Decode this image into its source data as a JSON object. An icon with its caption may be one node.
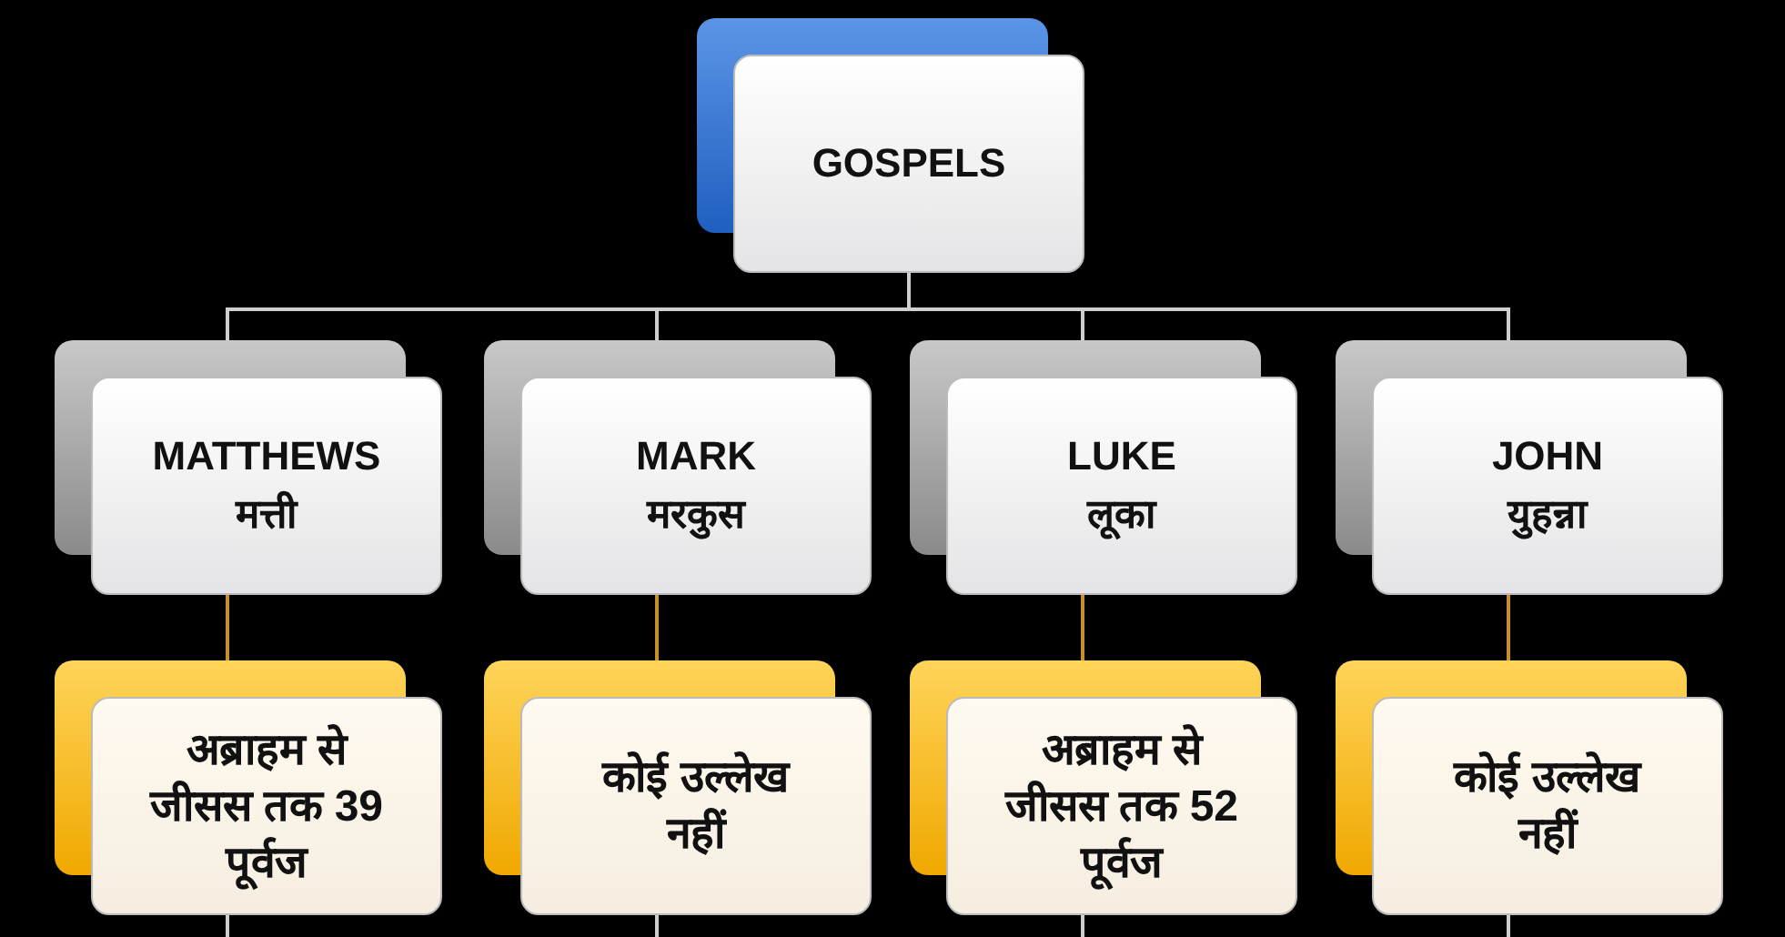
{
  "diagram": {
    "nodes": [
      {
        "text": [
          "GOSPELS"
        ]
      },
      {
        "text": [
          "MATTHEWS",
          "मत्ती"
        ]
      },
      {
        "text": [
          "MARK",
          "मरकुस"
        ]
      },
      {
        "text": [
          "LUKE",
          "लूका"
        ]
      },
      {
        "text": [
          "JOHN",
          "युहन्ना"
        ]
      },
      {
        "text": [
          "अब्राहम से जीसस तक 39 पूर्वज"
        ]
      },
      {
        "text": [
          "कोई उल्लेख नहीं"
        ]
      },
      {
        "text": [
          "अब्राहम से जीसस तक 52 पूर्वज"
        ]
      },
      {
        "text": [
          "कोई उल्लेख नहीं"
        ]
      }
    ],
    "edges": [
      {
        "from": 0,
        "to": 1,
        "arrow": "none"
      },
      {
        "from": 0,
        "to": 2,
        "arrow": "none"
      },
      {
        "from": 0,
        "to": 3,
        "arrow": "none"
      },
      {
        "from": 0,
        "to": 4,
        "arrow": "none"
      },
      {
        "from": 1,
        "to": 5,
        "arrow": "none",
        "color": "#c8902a"
      },
      {
        "from": 2,
        "to": 6,
        "arrow": "none",
        "color": "#c8902a"
      },
      {
        "from": 3,
        "to": 7,
        "arrow": "none",
        "color": "#c8902a"
      },
      {
        "from": 4,
        "to": 8,
        "arrow": "none",
        "color": "#c8902a"
      },
      {
        "from": 5,
        "to": null,
        "arrow": "none"
      },
      {
        "from": 6,
        "to": null,
        "arrow": "none"
      },
      {
        "from": 7,
        "to": null,
        "arrow": "none"
      },
      {
        "from": 8,
        "to": null,
        "arrow": "none"
      }
    ]
  }
}
